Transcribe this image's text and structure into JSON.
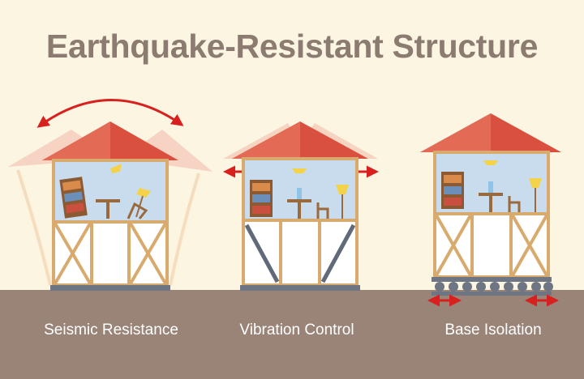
{
  "title": "Earthquake-Resistant Structure",
  "methods": [
    {
      "label": "Seismic Resistance"
    },
    {
      "label": "Vibration Control"
    },
    {
      "label": "Base Isolation"
    }
  ],
  "colors": {
    "background": "#fbf5e2",
    "ground": "#9a8478",
    "title": "#8b7b70",
    "roof": "#d9503f",
    "roof_ghost": "#f2b8a8",
    "wall_frame": "#d8aa6e",
    "interior": "#c8dcee",
    "arrow": "#d8201f"
  }
}
